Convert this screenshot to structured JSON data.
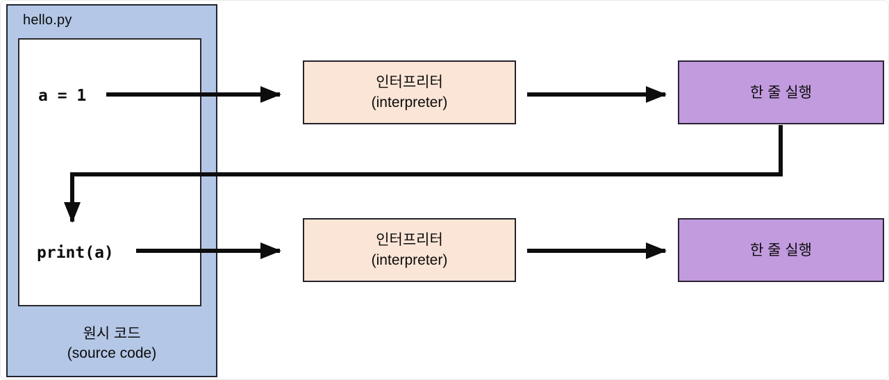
{
  "colors": {
    "source_box_fill": "#B4C7E7",
    "interpreter_fill": "#FBE5D6",
    "execute_fill": "#C29BDE",
    "arrow": "#0d0d0d"
  },
  "source_file": {
    "title": "hello.py",
    "code_lines": [
      "a = 1",
      "print(a)"
    ],
    "caption_line1": "원시 코드",
    "caption_line2": "(source code)"
  },
  "interpreter": {
    "line1": "인터프리터",
    "line2": "(interpreter)"
  },
  "execute": {
    "label": "한 줄 실행"
  }
}
